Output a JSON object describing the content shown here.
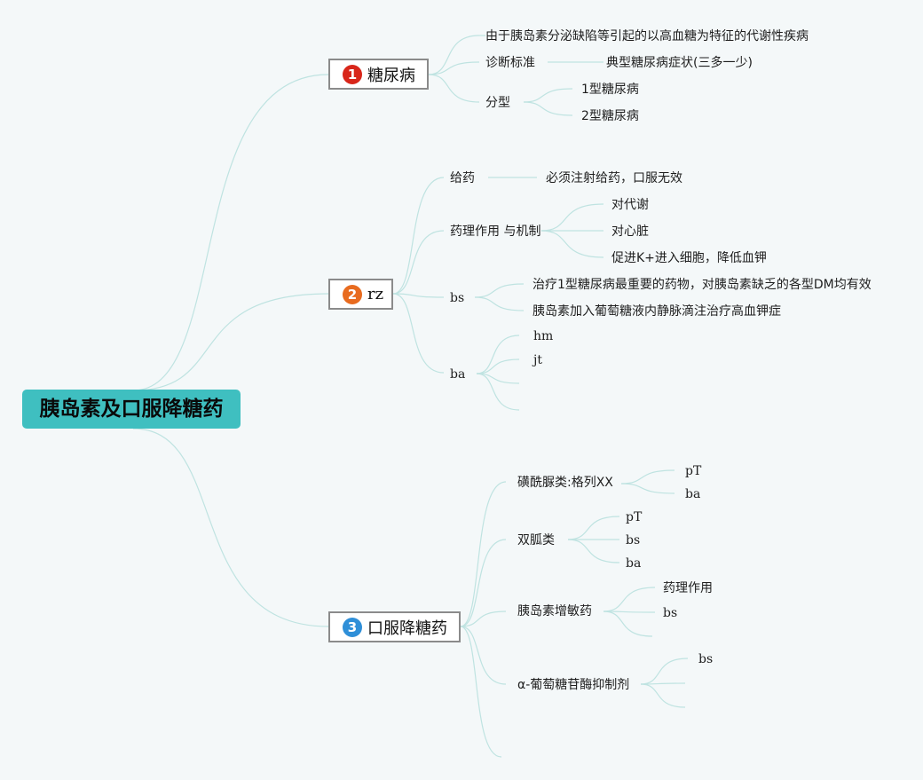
{
  "root": {
    "label": "胰岛素及口服降糖药"
  },
  "colors": {
    "root_fill": "#3fbfc0",
    "badge_1": "#d8261a",
    "badge_2": "#e86b1f",
    "badge_3": "#2f8fd8",
    "line": "#bfe3e1"
  },
  "branch1": {
    "number": "1",
    "label": "糖尿病",
    "definition": "由于胰岛素分泌缺陷等引起的以高血糖为特征的代谢性疾病",
    "diagnosis": {
      "label": "诊断标准",
      "detail": "典型糖尿病症状(三多一少)"
    },
    "types": {
      "label": "分型",
      "items": [
        "1型糖尿病",
        "2型糖尿病"
      ]
    }
  },
  "branch2": {
    "number": "2",
    "label": "rz",
    "dosing": {
      "label": "给药",
      "detail": "必须注射给药，口服无效"
    },
    "pharmacology": {
      "label": "药理作用 与机制",
      "items": [
        "对代谢",
        "对心脏",
        "促进K+进入细胞，降低血钾"
      ]
    },
    "bs": {
      "label": "bs",
      "items": [
        "治疗1型糖尿病最重要的药物，对胰岛素缺乏的各型DM均有效",
        "胰岛素加入葡萄糖液内静脉滴注治疗高血钾症"
      ]
    },
    "ba": {
      "label": "ba",
      "items": [
        "hm",
        "jt"
      ]
    }
  },
  "branch3": {
    "number": "3",
    "label": "口服降糖药",
    "sulfonylurea": {
      "label": "磺酰脲类:格列XX",
      "items": [
        "pT",
        "ba"
      ]
    },
    "biguanide": {
      "label": "双胍类",
      "items": [
        "pT",
        "bs",
        "ba"
      ]
    },
    "sensitizer": {
      "label": "胰岛素增敏药",
      "items": [
        "药理作用",
        "bs"
      ]
    },
    "alpha_glucosidase": {
      "label": "α-葡萄糖苷酶抑制剂",
      "items": [
        "bs"
      ]
    }
  }
}
